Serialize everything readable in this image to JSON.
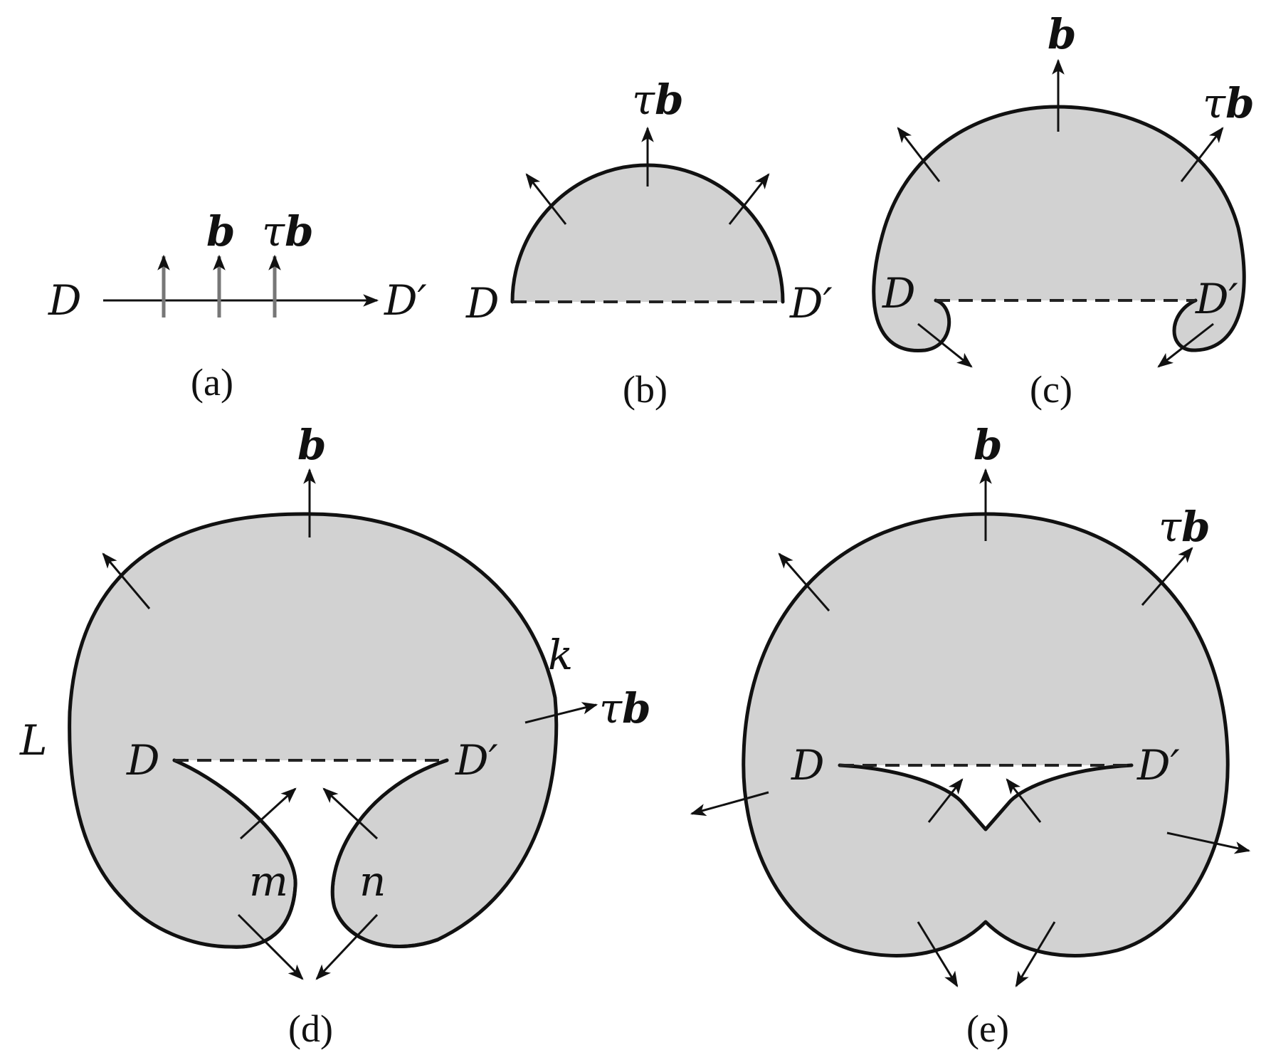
{
  "colors": {
    "fill": "#d2d2d2",
    "ink": "#111111",
    "background": "#ffffff"
  },
  "labels": {
    "D": "D",
    "D_prime": "D′",
    "b": "b",
    "tau": "τ",
    "L": "L",
    "k": "k",
    "m": "m",
    "n": "n"
  },
  "captions": {
    "a": "(a)",
    "b": "(b)",
    "c": "(c)",
    "d": "(d)",
    "e": "(e)"
  }
}
